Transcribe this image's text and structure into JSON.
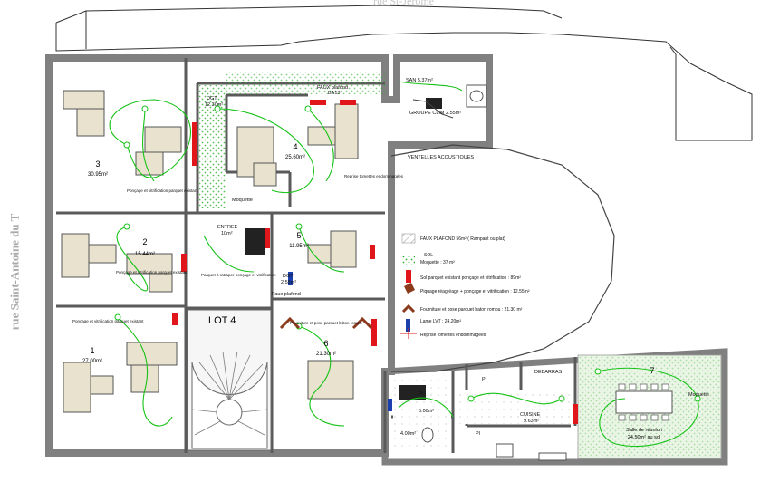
{
  "street_left": "rue Saint-Antoine du T",
  "street_top": "rue St-Jérôme",
  "lot_label": "LOT 4",
  "rooms": {
    "r1": {
      "number": "1",
      "area": "27.00m²"
    },
    "r2": {
      "number": "2",
      "area": "15.44m²"
    },
    "r3": {
      "number": "3",
      "area": "30.95m²"
    },
    "r4": {
      "number": "4",
      "area": "25.60m²"
    },
    "r5": {
      "number": "5",
      "area": "11.95m²"
    },
    "r6": {
      "number": "6",
      "area": "21.30m²"
    },
    "r7": {
      "number": "7",
      "area": "24.50m² au sol",
      "name": "Salle de réunion"
    }
  },
  "labels": {
    "entree": "ENTREE",
    "entree_area": "10m²",
    "dgt_top": "DGT",
    "dgt_top_area": "12.30m²",
    "dgt_mid": "DGT",
    "dgt_mid_area": "2.55m²",
    "san": "SAN 5.37m²",
    "faux_plafond_top": "FAUX plafond",
    "ba13": "BA13",
    "groupe_clim": "GROUPE CLIM 2.55m²",
    "ventelles": "VENTELLES ACOUSTIQUES",
    "moquette_r4": "Moquette",
    "moquette_r7": "Moquette",
    "faux_plafond_mid": "Faux plafond",
    "debarras": "DEBARRAS",
    "cuisine": "CUISINE",
    "cuisine_area": "9.63m²",
    "wc_area": "4.00m²",
    "wc_area_2": "5.00m²",
    "pl1": "Pl",
    "pl2": "Pl",
    "pl3": "Pl",
    "note_r3": "Ponçage et vitrification parquet existant",
    "note_r2": "Ponçage et vitrification parquet existant",
    "note_r1": "Ponçage et vitrification parquet existant",
    "note_r4": "Reprise tomettes endommagées",
    "note_r5": "Parquet à ratraper ponçage et vitrification",
    "note_r6": "Fourniture et pose parquet bâton rompu"
  },
  "legend": {
    "faux_plafond": "FAUX PLAFOND 56m² ( Rampant ou plat)",
    "sol": "SOL",
    "moquette": "Moquette : 37 m²",
    "parquet_existant": "Sol parquet existant ponçage et vitrification : 89m²",
    "piquage": "Piquage réagréage + ponçage et vitrification : 12.55m²",
    "baton_rompu": "Fourniture et pose parquet baton rompu : 21.30 m²",
    "lame_lvt": "Lame LVT : 24.20m²",
    "tomettes": "Reprise tomettes endommagées"
  },
  "colors": {
    "wall": "#808080",
    "line": "#2b2b2b",
    "electric": "#16c216",
    "red": "#e0161b",
    "brown": "#8b3a1e",
    "moquette": "#2fae2f",
    "furniture": "#e9e2ce",
    "salle": "#eaf5e6"
  }
}
